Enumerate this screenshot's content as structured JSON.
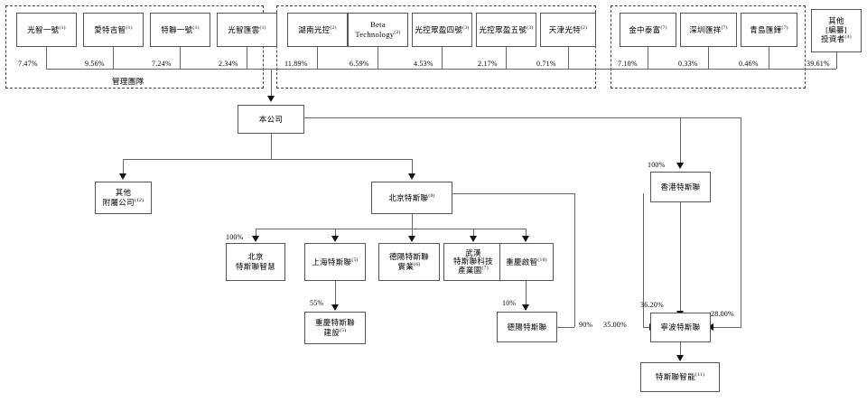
{
  "diagram": {
    "title": "",
    "groups": [
      {
        "name": "management-team",
        "label": "管理團隊",
        "shareholders": [
          {
            "name": "光智一號",
            "sup": "(1)",
            "pct": "7.47%"
          },
          {
            "name": "愛特吉智",
            "sup": "(1)",
            "pct": "9.56%"
          },
          {
            "name": "特聯一號",
            "sup": "(1)",
            "pct": "7.24%"
          },
          {
            "name": "光智匯雲",
            "sup": "(1)",
            "pct": "2.34%"
          }
        ]
      },
      {
        "name": "guangkong-group",
        "label": "",
        "shareholders": [
          {
            "name": "湖南光控",
            "sup": "(2)",
            "pct": "11.89%"
          },
          {
            "name": "Beta Technology",
            "sup": "(2)",
            "pct": "6.59%"
          },
          {
            "name": "光控眾盈四號",
            "sup": "(3)",
            "pct": "4.53%"
          },
          {
            "name": "光控眾盈五號",
            "sup": "(3)",
            "pct": "2.17%"
          },
          {
            "name": "天津光特",
            "sup": "(2)",
            "pct": "0.71%"
          }
        ]
      },
      {
        "name": "other-institutions",
        "label": "",
        "shareholders": [
          {
            "name": "金中泰富",
            "sup": "(7)",
            "pct": "7.10%"
          },
          {
            "name": "深圳匯祥",
            "sup": "(7)",
            "pct": "0.33%"
          },
          {
            "name": "青島匯鏵",
            "sup": "(7)",
            "pct": "0.46%"
          }
        ]
      }
    ],
    "standalone_shareholder": {
      "name": "其他[編纂]投資者",
      "line1": "其他",
      "line2": "[編纂]",
      "line3": "投資者",
      "sup": "(4)",
      "pct": "39.61%"
    },
    "company": {
      "name": "本公司"
    },
    "entities": [
      {
        "key": "other-subsidiaries",
        "line1": "其他",
        "line2": "附屬公司",
        "sup": "(12)"
      },
      {
        "key": "beijing-terminus",
        "line1": "北京特斯聯",
        "line2": "",
        "sup": "(8)"
      },
      {
        "key": "beijing-terminus-wisdom",
        "line1": "北京",
        "line2": "特斯聯智慧",
        "sup": ""
      },
      {
        "key": "shanghai-terminus",
        "line1": "上海特斯聯",
        "line2": "",
        "sup": "(5)"
      },
      {
        "key": "deyang-terminus-industrial",
        "line1": "德陽特斯聯",
        "line2": "實業",
        "sup": "(6)"
      },
      {
        "key": "wuhan-terminus-tech-park",
        "line1": "武漢",
        "line2": "特斯聯科技",
        "line3": "產業園",
        "sup": "(7)"
      },
      {
        "key": "chongqing-qizhi",
        "line1": "重慶啟智",
        "line2": "",
        "sup": "(10)"
      },
      {
        "key": "chongqing-terminus-construction",
        "line1": "重慶特斯聯",
        "line2": "建設",
        "sup": "(5)"
      },
      {
        "key": "deyang-terminus",
        "line1": "德陽特斯聯",
        "line2": "",
        "sup": ""
      },
      {
        "key": "hongkong-terminus",
        "line1": "香港特斯聯",
        "line2": "",
        "sup": ""
      },
      {
        "key": "ningbo-terminus",
        "line1": "寧波特斯聯",
        "line2": "",
        "sup": ""
      },
      {
        "key": "terminus-intelligence",
        "line1": "特斯聯智能",
        "line2": "",
        "sup": "(11)"
      }
    ],
    "edge_percentages": {
      "company_to_hk": "100%",
      "bj_to_bjwisdom": "100%",
      "sh_to_cqconstruction": "55%",
      "cqqizhi_to_deyang": "10%",
      "bj_to_deyang": "90%",
      "bj_to_ningbo": "35.00%",
      "hk_to_ningbo": "36.20%",
      "company_to_ningbo": "28.00%"
    },
    "colors": {
      "box_border": "#555555",
      "line": "#666666",
      "arrow": "#111111",
      "dashed_border": "#444444",
      "background": "#ffffff"
    }
  }
}
